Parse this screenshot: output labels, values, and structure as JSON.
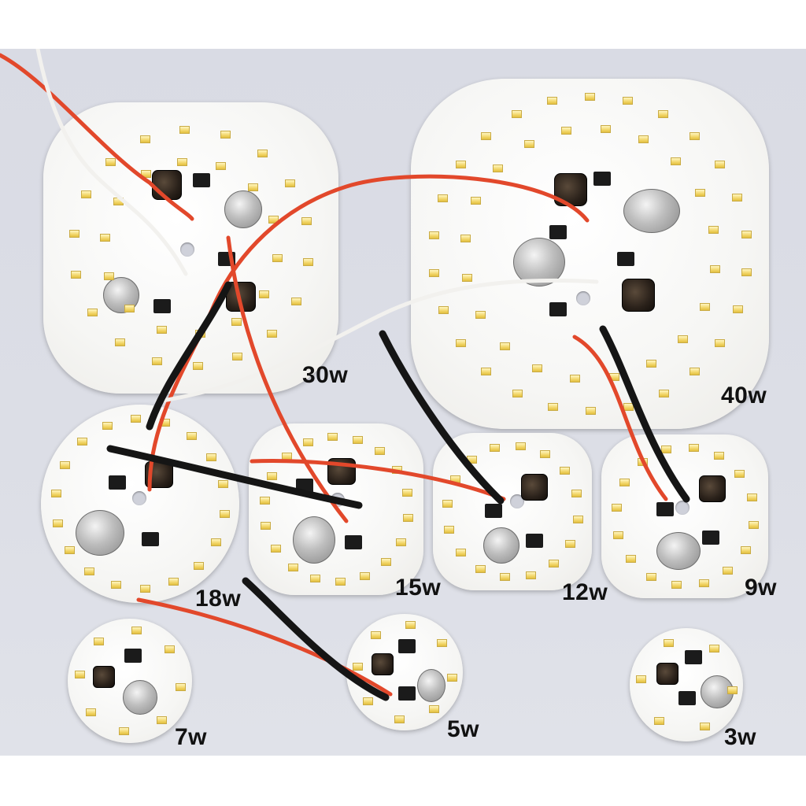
{
  "image": {
    "subject": "LED driver circuit boards of different wattages",
    "background_color": "#dcdee6"
  },
  "labels": {
    "w30": "30w",
    "w40": "40w",
    "w18": "18w",
    "w15": "15w",
    "w12": "12w",
    "w9": "9w",
    "w7": "7w",
    "w5": "5w",
    "w3": "3w"
  },
  "wire_colors": {
    "red": "#e2482b",
    "white": "#f2f1ee",
    "black": "#151515"
  }
}
